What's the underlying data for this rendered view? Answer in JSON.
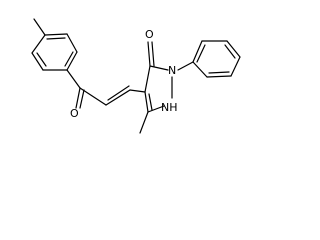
{
  "molecule": {
    "atom_labels": {
      "ketone_oxygen": "O",
      "pyrazolone_oxygen": "O",
      "ring_nitrogen": "N",
      "ring_nh": "NH"
    },
    "colors": {
      "bond": "#000000",
      "background": "#ffffff"
    }
  }
}
